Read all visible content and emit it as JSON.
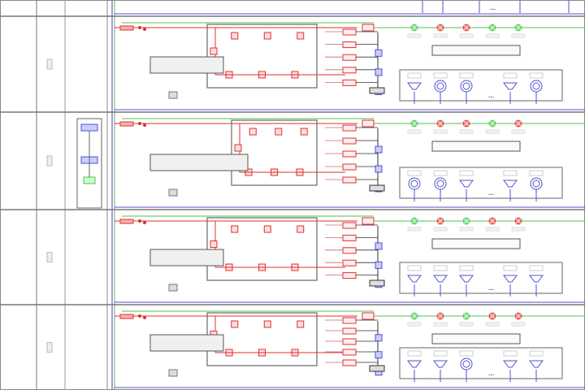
{
  "diagram": {
    "type": "electrical-schematic",
    "colors": {
      "power": "#e03030",
      "green": "#50c050",
      "blue": "#5050d0",
      "purple": "#a070e0",
      "frame": "#606060",
      "lamp_red": "#f08080",
      "lamp_green": "#80e080"
    },
    "sections": [
      {
        "band": "top",
        "has_left_panel": false,
        "green_lamps": [
          true,
          true,
          true,
          true,
          true
        ]
      },
      {
        "band": "s1",
        "has_left_panel": false,
        "lamps": [
          "green",
          "red",
          "red",
          "green",
          "green"
        ],
        "fixtures": [
          "cone",
          "round",
          "round",
          "cone",
          "round"
        ]
      },
      {
        "band": "s2",
        "has_left_panel": true,
        "lamps": [
          "green",
          "red",
          "red",
          "green",
          "red"
        ],
        "fixtures": [
          "round",
          "round",
          "cone",
          "cone",
          "round"
        ]
      },
      {
        "band": "s3",
        "has_left_panel": false,
        "lamps": [
          "green",
          "red",
          "green",
          "red",
          "red"
        ],
        "fixtures": [
          "cone",
          "cone",
          "cone",
          "cone",
          "cone"
        ]
      },
      {
        "band": "s4",
        "has_left_panel": false,
        "lamps": [
          "green",
          "red",
          "green",
          "red",
          "red"
        ],
        "fixtures": [
          "cone",
          "cone",
          "round",
          "cone",
          "cone"
        ]
      }
    ],
    "ellipsis": "•••"
  }
}
